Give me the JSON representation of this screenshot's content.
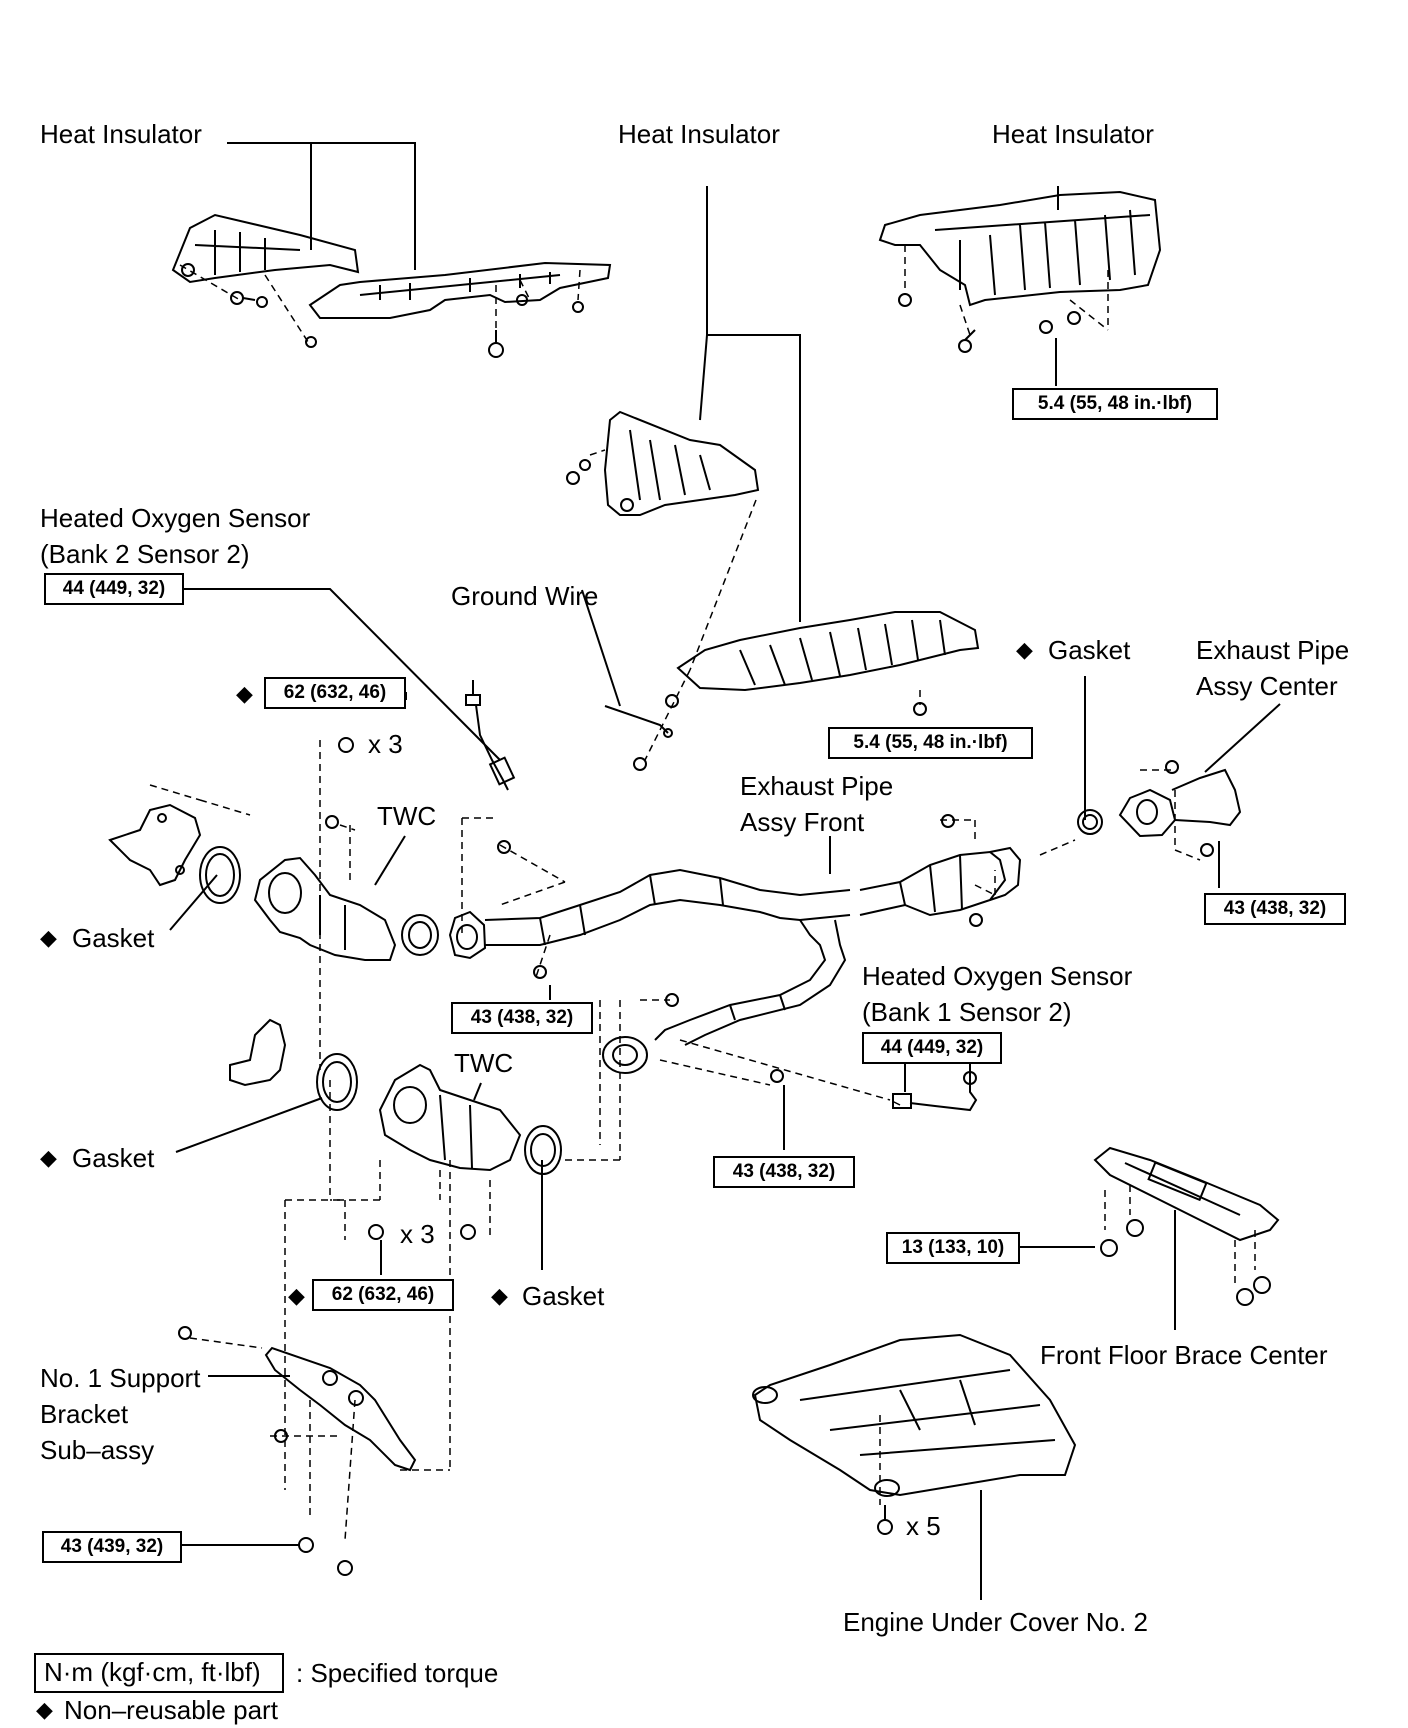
{
  "labels": {
    "heat_insulator_left": "Heat Insulator",
    "heat_insulator_center": "Heat Insulator",
    "heat_insulator_right": "Heat Insulator",
    "ho2_bank2_line1": "Heated Oxygen Sensor",
    "ho2_bank2_line2": "(Bank 2 Sensor 2)",
    "ground_wire": "Ground Wire",
    "gasket_top_right": "Gasket",
    "exhaust_center_line1": "Exhaust Pipe",
    "exhaust_center_line2": "Assy Center",
    "exhaust_front_line1": "Exhaust Pipe",
    "exhaust_front_line2": "Assy Front",
    "twc_upper": "TWC",
    "twc_lower": "TWC",
    "gasket_left_upper": "Gasket",
    "gasket_left_lower": "Gasket",
    "gasket_bottom": "Gasket",
    "ho2_bank1_line1": "Heated Oxygen Sensor",
    "ho2_bank1_line2": "(Bank 1 Sensor 2)",
    "support_line1": "No. 1 Support",
    "support_line2": "Bracket",
    "support_line3": "Sub–assy",
    "floor_brace": "Front Floor Brace Center",
    "under_cover": "Engine Under Cover No. 2"
  },
  "torques": {
    "heat_ins_right": "5.4 (55, 48 in.·lbf)",
    "heat_ins_center": "5.4 (55, 48 in.·lbf)",
    "ho2_bank2": "44 (449, 32)",
    "twc_upper_nuts": "62 (632, 46)",
    "exhaust_center": "43 (438, 32)",
    "front_pipe_left": "43 (438, 32)",
    "front_pipe_right": "43 (438, 32)",
    "ho2_bank1": "44 (449, 32)",
    "floor_brace": "13 (133, 10)",
    "twc_lower_nuts": "62 (632, 46)",
    "support_bracket": "43 (439, 32)"
  },
  "counts": {
    "twc_upper_nuts": "x 3",
    "twc_lower_nuts": "x 3",
    "under_cover_bolts": "x 5"
  },
  "symbols": {
    "non_reusable": "◆"
  },
  "legend": {
    "torque_unit": "N·m (kgf·cm, ft·lbf)",
    "torque_desc": ": Specified torque",
    "non_reusable": "Non–reusable part"
  }
}
